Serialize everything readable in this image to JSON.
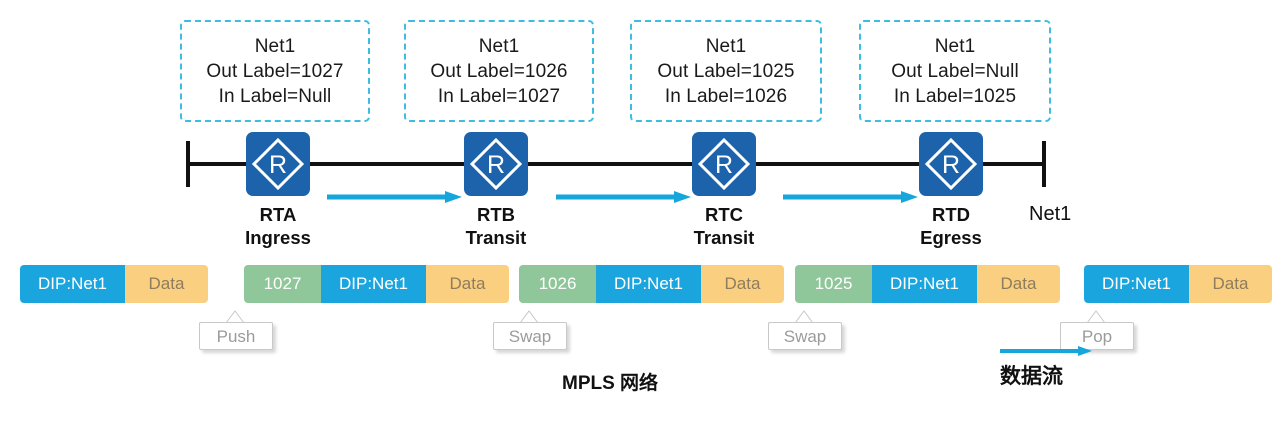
{
  "diagram": {
    "title_cn": "MPLS 网络",
    "flow_legend_label": "数据流",
    "net_end_label": "Net1",
    "colors": {
      "router_blue": "#1c63ac",
      "dashed_border": "#3fbde0",
      "flow_arrow": "#16a6dc",
      "label_green": "#8fc79a",
      "dip_blue": "#1ba5de",
      "data_amber": "#fbcf80",
      "link_black": "#111111",
      "callout_text": "#9b9b9b"
    },
    "label_boxes": [
      {
        "net": "Net1",
        "out_label": "Out Label=1027",
        "in_label": "In Label=Null"
      },
      {
        "net": "Net1",
        "out_label": "Out Label=1026",
        "in_label": "In Label=1027"
      },
      {
        "net": "Net1",
        "out_label": "Out Label=1025",
        "in_label": "In Label=1026"
      },
      {
        "net": "Net1",
        "out_label": "Out Label=Null",
        "in_label": "In Label=1025"
      }
    ],
    "routers": [
      {
        "name": "RTA",
        "role": "Ingress",
        "icon": "router-icon"
      },
      {
        "name": "RTB",
        "role": "Transit",
        "icon": "router-icon"
      },
      {
        "name": "RTC",
        "role": "Transit",
        "icon": "router-icon"
      },
      {
        "name": "RTD",
        "role": "Egress",
        "icon": "router-icon"
      }
    ],
    "packets": [
      {
        "segments": [
          {
            "kind": "dip",
            "text": "DIP:Net1"
          },
          {
            "kind": "data",
            "text": "Data"
          }
        ]
      },
      {
        "segments": [
          {
            "kind": "label",
            "text": "1027"
          },
          {
            "kind": "dip",
            "text": "DIP:Net1"
          },
          {
            "kind": "data",
            "text": "Data"
          }
        ]
      },
      {
        "segments": [
          {
            "kind": "label",
            "text": "1026"
          },
          {
            "kind": "dip",
            "text": "DIP:Net1"
          },
          {
            "kind": "data",
            "text": "Data"
          }
        ]
      },
      {
        "segments": [
          {
            "kind": "label",
            "text": "1025"
          },
          {
            "kind": "dip",
            "text": "DIP:Net1"
          },
          {
            "kind": "data",
            "text": "Data"
          }
        ]
      },
      {
        "segments": [
          {
            "kind": "dip",
            "text": "DIP:Net1"
          },
          {
            "kind": "data",
            "text": "Data"
          }
        ]
      }
    ],
    "operations": [
      {
        "label": "Push"
      },
      {
        "label": "Swap"
      },
      {
        "label": "Swap"
      },
      {
        "label": "Pop"
      }
    ]
  }
}
